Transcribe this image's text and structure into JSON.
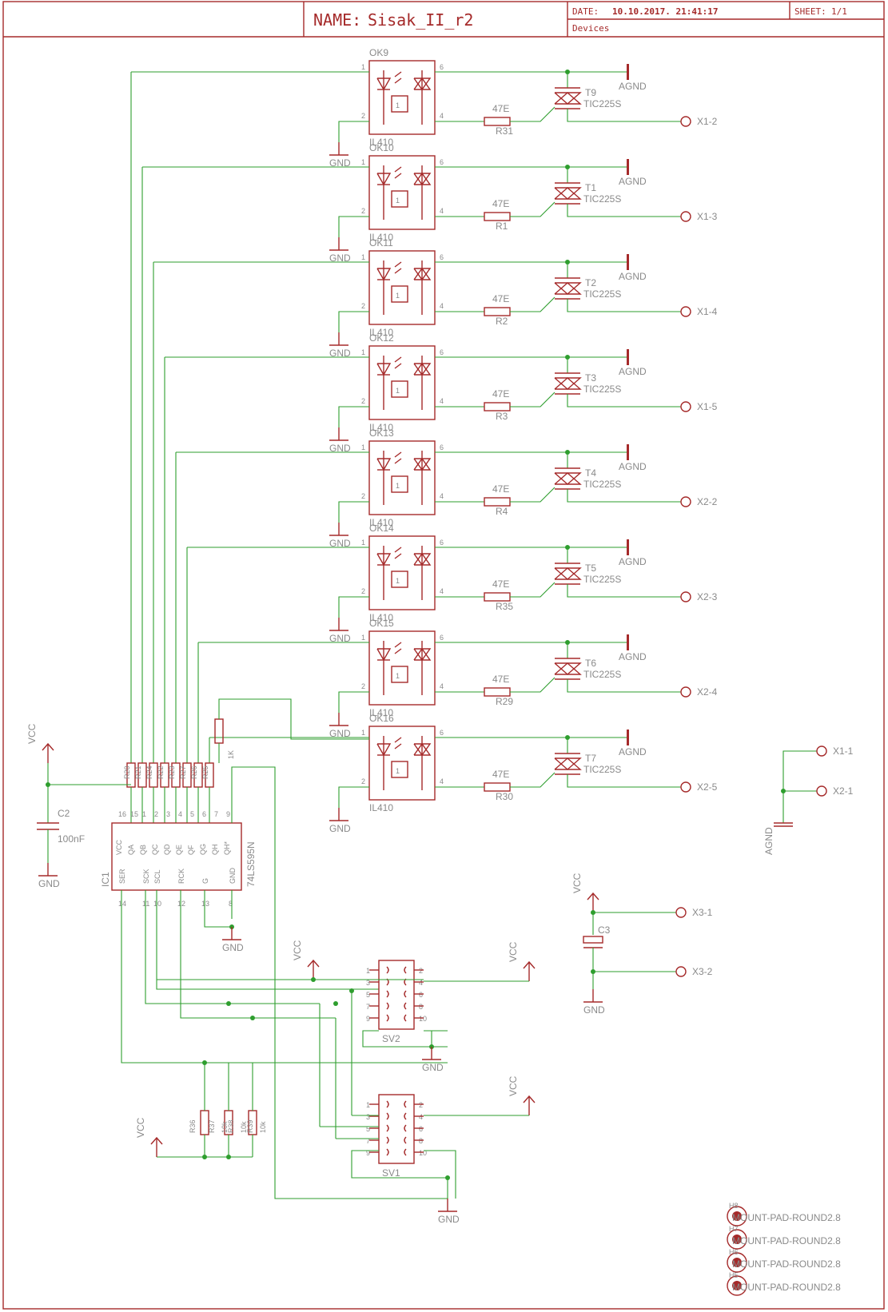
{
  "title_block": {
    "name_label": "NAME:",
    "name_value": "Sisak_II_r2",
    "date_label": "DATE:",
    "date_value": "10.10.2017. 21:41:17",
    "sheet_label": "SHEET:",
    "sheet_value": "1/1",
    "sheet_name": "Devices"
  },
  "colors": {
    "symbol": "#a52a2a",
    "wire": "#2e9e2e",
    "label": "#8a8a8a"
  },
  "channels": [
    {
      "ok": "OK9",
      "opto_value": "IL410",
      "triac": "T9",
      "triac_value": "TIC225S",
      "res": "R31",
      "res_value": "47E",
      "out": "X1-2"
    },
    {
      "ok": "OK10",
      "opto_value": "IL410",
      "triac": "T1",
      "triac_value": "TIC225S",
      "res": "R1",
      "res_value": "47E",
      "out": "X1-3"
    },
    {
      "ok": "OK11",
      "opto_value": "IL410",
      "triac": "T2",
      "triac_value": "TIC225S",
      "res": "R2",
      "res_value": "47E",
      "out": "X1-4"
    },
    {
      "ok": "OK12",
      "opto_value": "IL410",
      "triac": "T3",
      "triac_value": "TIC225S",
      "res": "R3",
      "res_value": "47E",
      "out": "X1-5"
    },
    {
      "ok": "OK13",
      "opto_value": "IL410",
      "triac": "T4",
      "triac_value": "TIC225S",
      "res": "R4",
      "res_value": "47E",
      "out": "X2-2"
    },
    {
      "ok": "OK14",
      "opto_value": "IL410",
      "triac": "T5",
      "triac_value": "TIC225S",
      "res": "R35",
      "res_value": "47E",
      "out": "X2-3"
    },
    {
      "ok": "OK15",
      "opto_value": "IL410",
      "triac": "T6",
      "triac_value": "TIC225S",
      "res": "R29",
      "res_value": "47E",
      "out": "X2-4"
    },
    {
      "ok": "OK16",
      "opto_value": "IL410",
      "triac": "T7",
      "triac_value": "TIC225S",
      "res": "R30",
      "res_value": "47E",
      "out": "X2-5"
    }
  ],
  "net_labels": {
    "agnd": "AGND",
    "gnd": "GND",
    "vcc": "VCC"
  },
  "opto_pins": [
    "1",
    "2",
    "4",
    "6"
  ],
  "opto_center_mark": "1",
  "pullup_resistors": [
    {
      "name": "R20",
      "value": ""
    },
    {
      "name": "R21",
      "value": ""
    },
    {
      "name": "R24",
      "value": ""
    },
    {
      "name": "R22",
      "value": ""
    },
    {
      "name": "R23",
      "value": ""
    },
    {
      "name": "R27",
      "value": ""
    },
    {
      "name": "R26",
      "value": ""
    },
    {
      "name": "R25",
      "value": "1K"
    }
  ],
  "ic1": {
    "name": "IC1",
    "value": "74LS595N",
    "top_pins": [
      "16",
      "15",
      "1",
      "2",
      "3",
      "4",
      "5",
      "6",
      "7",
      "9"
    ],
    "top_names": [
      "VCC",
      "QA",
      "QB",
      "QC",
      "QD",
      "QE",
      "QF",
      "QG",
      "QH",
      "QH*"
    ],
    "bottom_pins": [
      "14",
      "11",
      "10",
      "12",
      "13",
      "8"
    ],
    "bottom_names": [
      "SER",
      "SCK",
      "SCL",
      "RCK",
      "G",
      "GND"
    ]
  },
  "c2": {
    "name": "C2",
    "value": "100nF"
  },
  "c3": {
    "name": "C3"
  },
  "lower_resistors": [
    {
      "name": "R36",
      "value": ""
    },
    {
      "name": "R37",
      "value": "10k"
    },
    {
      "name": "R38",
      "value": "10k"
    },
    {
      "name": "R39",
      "value": "10k"
    }
  ],
  "sv2": {
    "name": "SV2",
    "pins": [
      "1",
      "2",
      "3",
      "4",
      "5",
      "6",
      "7",
      "8",
      "9",
      "10"
    ]
  },
  "sv1": {
    "name": "SV1",
    "pins": [
      "1",
      "2",
      "3",
      "4",
      "5",
      "6",
      "7",
      "8",
      "9",
      "10"
    ]
  },
  "x1_1": "X1-1",
  "x2_1": "X2-1",
  "x3_1": "X3-1",
  "x3_2": "X3-2",
  "mount_pads": [
    {
      "name": "H8",
      "value": "MOUNT-PAD-ROUND2.8"
    },
    {
      "name": "H7",
      "value": "MOUNT-PAD-ROUND2.8"
    },
    {
      "name": "H6",
      "value": "MOUNT-PAD-ROUND2.8"
    },
    {
      "name": "H5",
      "value": "MOUNT-PAD-ROUND2.8"
    }
  ]
}
